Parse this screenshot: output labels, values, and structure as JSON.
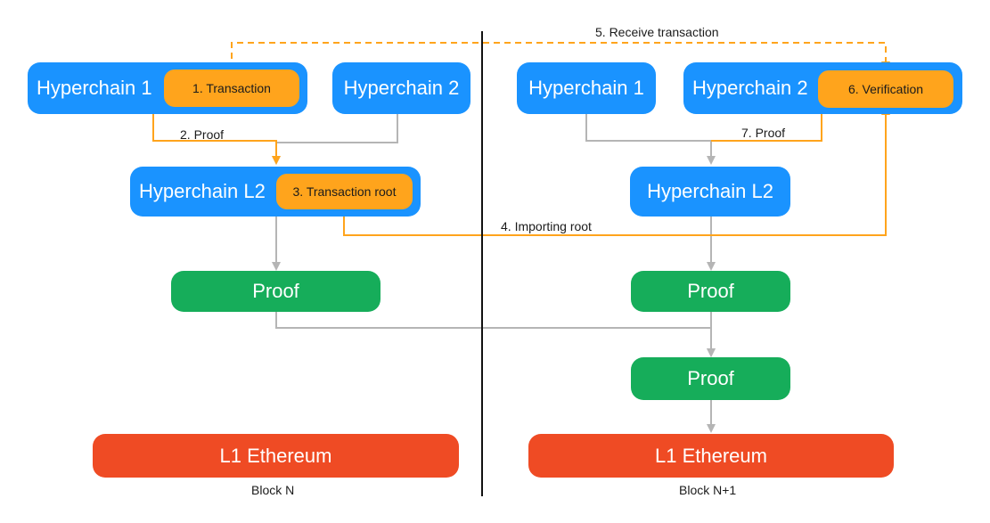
{
  "colors": {
    "hyperchain_blue": "#1a93ff",
    "proof_green": "#16ad5a",
    "ethereum_red": "#ef4b24",
    "step_orange": "#ffa41c",
    "connector_gray": "#b5b5b5",
    "divider_black": "#111111"
  },
  "block_n": {
    "hyperchain_1": "Hyperchain 1",
    "step_transaction": "1. Transaction",
    "hyperchain_2": "Hyperchain 2",
    "hyperchain_l2": "Hyperchain L2",
    "step_transaction_root": "3. Transaction root",
    "proof": "Proof",
    "l1": "L1 Ethereum",
    "caption": "Block N"
  },
  "block_n1": {
    "hyperchain_1": "Hyperchain 1",
    "hyperchain_2": "Hyperchain 2",
    "step_verification": "6. Verification",
    "hyperchain_l2": "Hyperchain L2",
    "proof_upper": "Proof",
    "proof_lower": "Proof",
    "l1": "L1 Ethereum",
    "caption": "Block N+1"
  },
  "edge_labels": {
    "proof_step_2": "2. Proof",
    "importing_root": "4. Importing root",
    "receive_transaction": "5. Receive transaction",
    "proof_step_7": "7. Proof"
  }
}
